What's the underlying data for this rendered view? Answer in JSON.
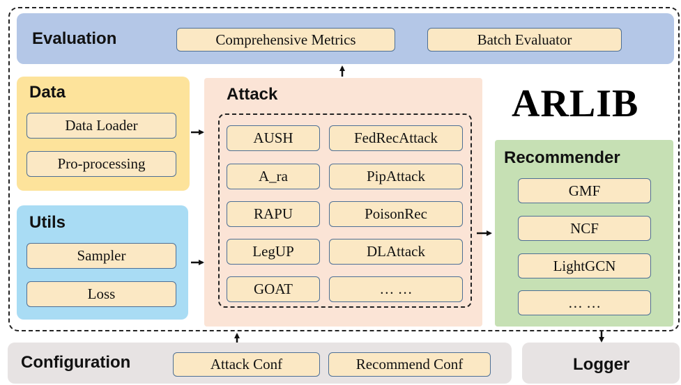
{
  "title": "ARLIB",
  "evaluation": {
    "title": "Evaluation",
    "items": [
      "Comprehensive Metrics",
      "Batch Evaluator"
    ]
  },
  "data": {
    "title": "Data",
    "items": [
      "Data Loader",
      "Pro-processing"
    ]
  },
  "utils": {
    "title": "Utils",
    "items": [
      "Sampler",
      "Loss"
    ]
  },
  "attack": {
    "title": "Attack",
    "items": [
      "AUSH",
      "FedRecAttack",
      "A_ra",
      "PipAttack",
      "RAPU",
      "PoisonRec",
      "LegUP",
      "DLAttack",
      "GOAT",
      "… …"
    ]
  },
  "recommender": {
    "title": "Recommender",
    "items": [
      "GMF",
      "NCF",
      "LightGCN",
      "… …"
    ]
  },
  "configuration": {
    "title": "Configuration",
    "items": [
      "Attack Conf",
      "Recommend Conf"
    ]
  },
  "logger": {
    "title": "Logger"
  },
  "colors": {
    "evaluation_bg": "#b4c7e7",
    "data_bg": "#fde39b",
    "utils_bg": "#a9dcf4",
    "attack_bg": "#fbe4d6",
    "recommender_bg": "#c6e0b4",
    "config_bg": "#e7e3e3",
    "chip_bg": "#fbe8c4",
    "chip_border": "#4d6f95"
  }
}
